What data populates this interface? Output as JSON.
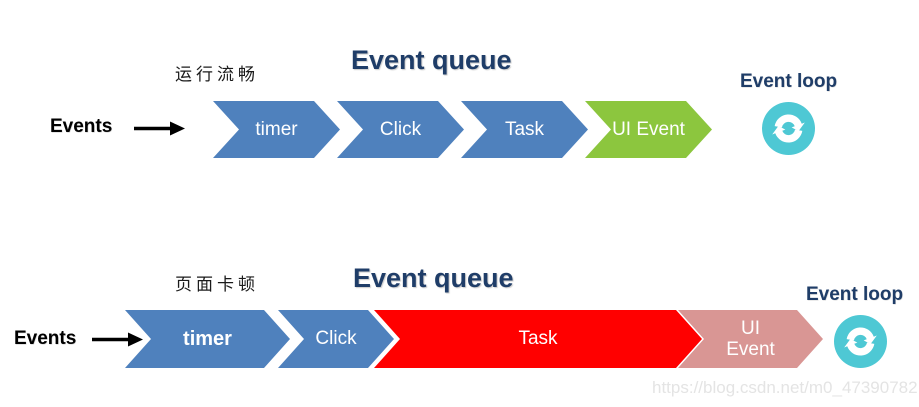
{
  "colors": {
    "chevron_blue": "#4f81bd",
    "chevron_green": "#8cc63e",
    "chevron_red": "#ff0000",
    "chevron_rose": "#d99694",
    "title_navy": "#1f3d68",
    "loop_icon_cyan": "#4ec8d4",
    "watermark_gray": "#e4e4e4"
  },
  "rows": [
    {
      "zh_label": "运行流畅",
      "title": "Event queue",
      "events_label": "Events",
      "loop_label": "Event loop",
      "chevrons": [
        {
          "label": "timer",
          "color": "#4f81bd"
        },
        {
          "label": "Click",
          "color": "#4f81bd"
        },
        {
          "label": "Task",
          "color": "#4f81bd"
        },
        {
          "label": "UI Event",
          "color": "#8cc63e"
        }
      ]
    },
    {
      "zh_label": "页面卡顿",
      "title": "Event queue",
      "events_label": "Events",
      "loop_label": "Event loop",
      "chevrons": [
        {
          "label": "timer",
          "color": "#4f81bd"
        },
        {
          "label": "Click",
          "color": "#4f81bd"
        },
        {
          "label": "Task",
          "color": "#ff0000"
        },
        {
          "label": "UI Event",
          "color": "#d99694"
        }
      ]
    }
  ],
  "watermark": "https://blog.csdn.net/m0_47390782"
}
